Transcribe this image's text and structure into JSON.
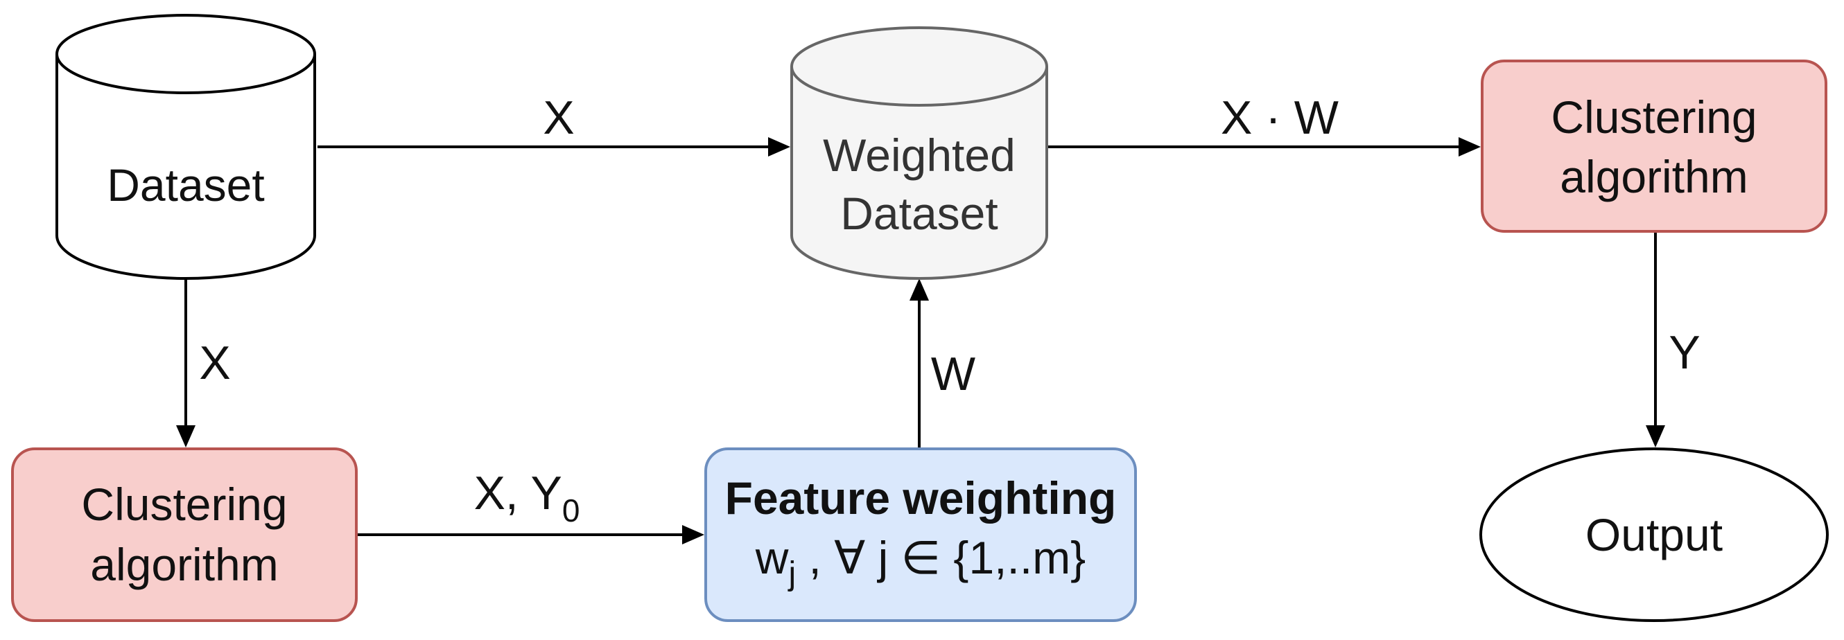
{
  "nodes": {
    "dataset": {
      "label": "Dataset"
    },
    "weighted_dataset": {
      "line1": "Weighted",
      "line2": "Dataset"
    },
    "clustering_top": {
      "line1": "Clustering",
      "line2": "algorithm"
    },
    "clustering_bottom": {
      "line1": "Clustering",
      "line2": "algorithm"
    },
    "feature_weighting": {
      "title": "Feature weighting",
      "formula_w": "w",
      "formula_j": "j",
      "formula_rest": " , ∀ j ∈ {1,..m}"
    },
    "output": {
      "label": "Output"
    }
  },
  "edges": {
    "dataset_to_weighted": "X",
    "dataset_to_clustering": "X",
    "clustering_to_feature_main": "X, Y",
    "clustering_to_feature_sub": "0",
    "feature_to_weighted": "W",
    "weighted_to_clustering": "X · W",
    "clustering_to_output": "Y"
  },
  "colors": {
    "red_fill": "#f8cecc",
    "red_stroke": "#b85450",
    "blue_fill": "#dae8fc",
    "blue_stroke": "#6c8ebf",
    "gray_fill": "#f5f5f5",
    "gray_stroke": "#666666"
  }
}
